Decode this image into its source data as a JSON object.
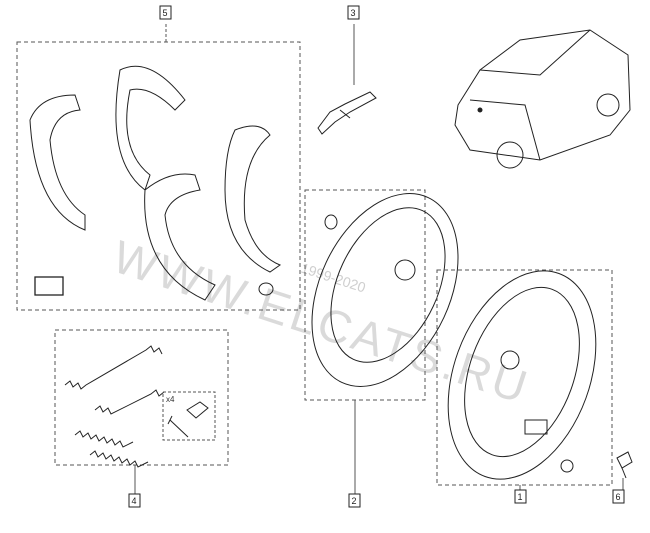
{
  "callouts": [
    {
      "label": "5",
      "part": "brake-shoe-set"
    },
    {
      "label": "3",
      "part": "adjuster"
    },
    {
      "label": "4",
      "part": "spring-kit"
    },
    {
      "label": "2",
      "part": "backing-plate-left"
    },
    {
      "label": "1",
      "part": "backing-plate-right"
    },
    {
      "label": "6",
      "part": "bolt"
    }
  ],
  "quantity_note": "x4",
  "watermark": "WWW.ELCATS.RU",
  "watermark_years": "1999-2020"
}
